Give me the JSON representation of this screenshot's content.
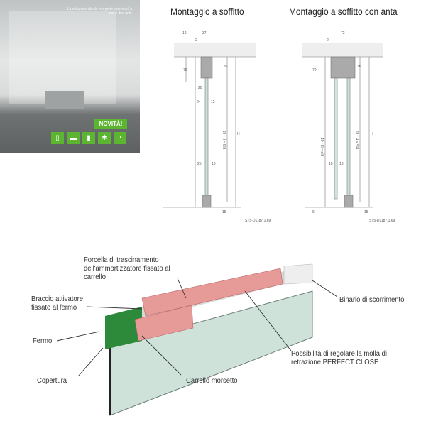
{
  "brochure": {
    "tagline": "La soluzione ideale per porte scorrevoli a una o due ante",
    "badge": "NOVITÀ!",
    "icons": [
      "door-icon",
      "rail-icon",
      "panel-icon",
      "gear-icon",
      "soft-close-icon"
    ]
  },
  "drawings": [
    {
      "title": "Montaggio a soffitto",
      "dims": [
        "12",
        "37",
        "2",
        "70",
        "36",
        "20",
        "24",
        "12",
        "HS = H - 69",
        "H",
        "25",
        "10",
        "15"
      ],
      "code": "ST5-D1187.1.69"
    },
    {
      "title": "Montaggio a soffitto con anta",
      "dims": [
        "2",
        "72",
        "70",
        "36",
        "HF = H - 61",
        "HS = H - 69",
        "H",
        "10",
        "18",
        "6",
        "15"
      ],
      "code": "ST5-D1187.1.69"
    }
  ],
  "callouts": {
    "forcella": "Forcella di trascinamento dell'ammortizzatore fissato al carrello",
    "braccio": "Braccio attivatore fissato al fermo",
    "fermo": "Fermo",
    "copertura": "Copertura",
    "carrello": "Carrello morsetto",
    "possibilita": "Possibilità di regolare la molla di retrazione PERFECT CLOSE",
    "binario": "Binario di scorrimento"
  }
}
